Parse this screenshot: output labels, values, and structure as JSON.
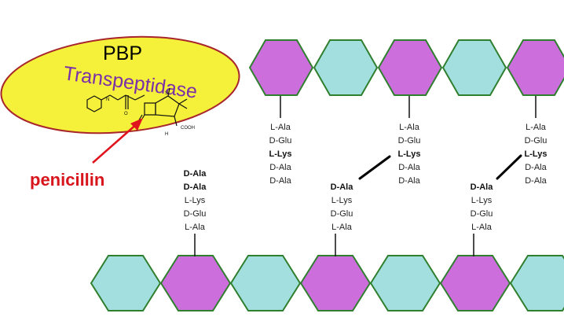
{
  "colors": {
    "magenta_hex": "#cc6fdc",
    "cyan_hex": "#a2dfde",
    "hex_border": "#2f7f2f",
    "ellipse_fill": "#f5f03a",
    "ellipse_border": "#a8252b",
    "arrow": "#e0121c",
    "label_red": "#d8141c",
    "title_purple": "#7b2fa8"
  },
  "icons": {
    "molecule": "penicillin-structure-icon",
    "arrow": "red-arrow-icon"
  },
  "enzyme": {
    "title": "PBP",
    "subtitle": "Transpeptidase"
  },
  "molecule_labels": {
    "nh": "N",
    "s": "S",
    "cooh": "COOH",
    "o1": "O",
    "o2": "O",
    "h": "H"
  },
  "inhibitor_label": "penicillin",
  "top_strand": {
    "sequence": [
      "magenta",
      "cyan",
      "magenta",
      "cyan",
      "magenta"
    ],
    "stems": [
      {
        "residues": [
          "L-Ala",
          "D-Glu",
          "L-Lys",
          "D-Ala",
          "D-Ala"
        ],
        "bold": [
          false,
          false,
          true,
          false,
          false
        ]
      },
      {
        "residues": [
          "L-Ala",
          "D-Glu",
          "L-Lys",
          "D-Ala",
          "D-Ala"
        ],
        "bold": [
          false,
          false,
          true,
          false,
          false
        ]
      },
      {
        "residues": [
          "L-Ala",
          "D-Glu",
          "L-Lys",
          "D-Ala",
          "D-Ala"
        ],
        "bold": [
          false,
          false,
          true,
          false,
          false
        ]
      }
    ]
  },
  "bottom_strand": {
    "sequence": [
      "cyan",
      "magenta",
      "cyan",
      "magenta",
      "cyan",
      "magenta",
      "cyan"
    ],
    "stems": [
      {
        "residues": [
          "D-Ala",
          "D-Ala",
          "L-Lys",
          "D-Glu",
          "L-Ala"
        ],
        "bold": [
          true,
          true,
          false,
          false,
          false
        ]
      },
      {
        "residues": [
          "D-Ala",
          "L-Lys",
          "D-Glu",
          "L-Ala"
        ],
        "bold": [
          true,
          false,
          false,
          false
        ]
      },
      {
        "residues": [
          "D-Ala",
          "L-Lys",
          "D-Glu",
          "L-Ala"
        ],
        "bold": [
          true,
          false,
          false,
          false
        ]
      }
    ]
  }
}
